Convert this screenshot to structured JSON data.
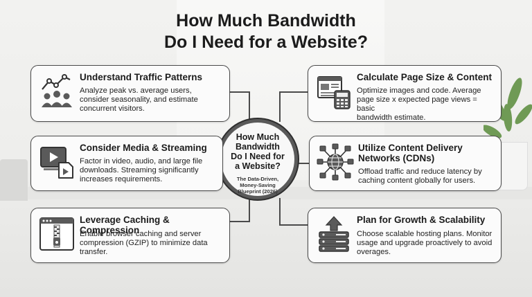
{
  "title": {
    "line1": "How Much Bandwidth",
    "line2": "Do I Need for a Website?"
  },
  "hub": {
    "title_line1": "How Much",
    "title_line2": "Bandwidth",
    "title_line3": "Do I Need for",
    "title_line4": "a Website?",
    "sub_line1": "The Data-Driven,",
    "sub_line2": "Money-Saving",
    "sub_line3": "Blueprint (2026)"
  },
  "cards": [
    {
      "title": "Understand Traffic Patterns",
      "lines": [
        "Analyze peak vs. average users,",
        "consider seasonality, and estimate",
        "concurrent visitors."
      ],
      "icon": "traffic-chart-users-icon"
    },
    {
      "title": "Calculate Page Size & Content",
      "lines": [
        "Optimize images and code. Average",
        "page size x expected page views = basic",
        "bandwidth estimate."
      ],
      "icon": "webpage-calculator-icon"
    },
    {
      "title": "Consider Media & Streaming",
      "lines": [
        "Factor in video, audio, and large file",
        "downloads. Streaming significantly",
        "increases requirements."
      ],
      "icon": "video-play-file-icon"
    },
    {
      "title_line1": "Utilize Content Delivery",
      "title_line2": "Networks (CDNs)",
      "lines": [
        "Offload traffic and reduce latency by",
        "caching content globally for users."
      ],
      "icon": "globe-network-icon"
    },
    {
      "title": "Leverage Caching & Compression",
      "lines": [
        "Enable browser caching and server",
        "compression (GZIP) to minimize data",
        "transfer."
      ],
      "icon": "browser-zip-icon"
    },
    {
      "title": "Plan for Growth & Scalability",
      "lines": [
        "Choose scalable hosting plans. Monitor",
        "usage and upgrade proactively to avoid",
        "overages."
      ],
      "icon": "server-upload-icon"
    }
  ]
}
